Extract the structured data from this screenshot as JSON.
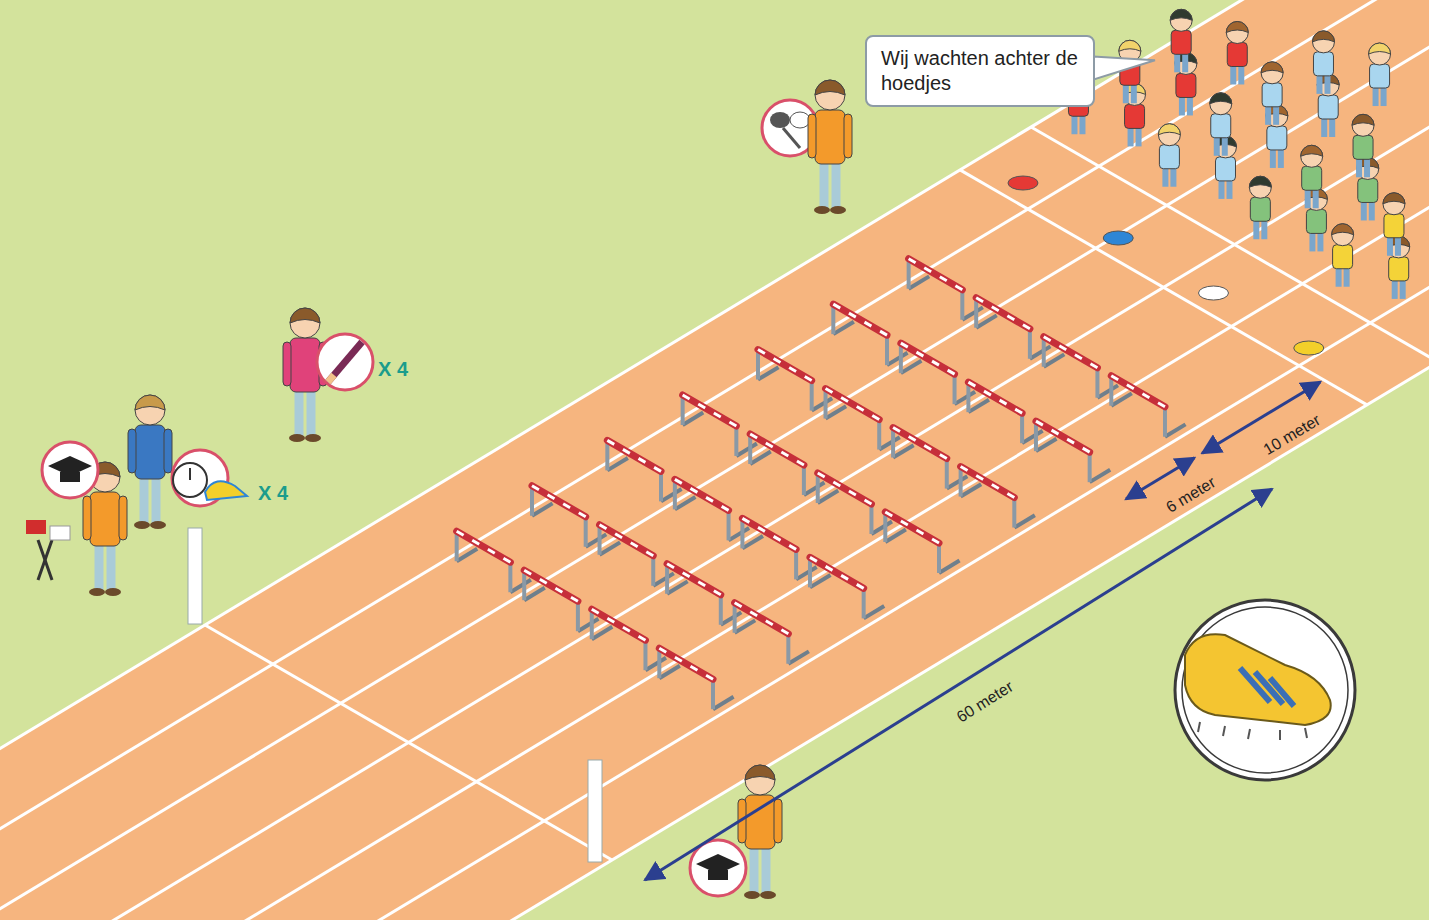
{
  "diagram": {
    "nodes": [
      {
        "text": [
          "Wij wachten achter de hoedjes"
        ]
      }
    ],
    "labels": [
      "X 4",
      "X 4",
      "10 meter",
      "6 meter",
      "60 meter"
    ]
  }
}
